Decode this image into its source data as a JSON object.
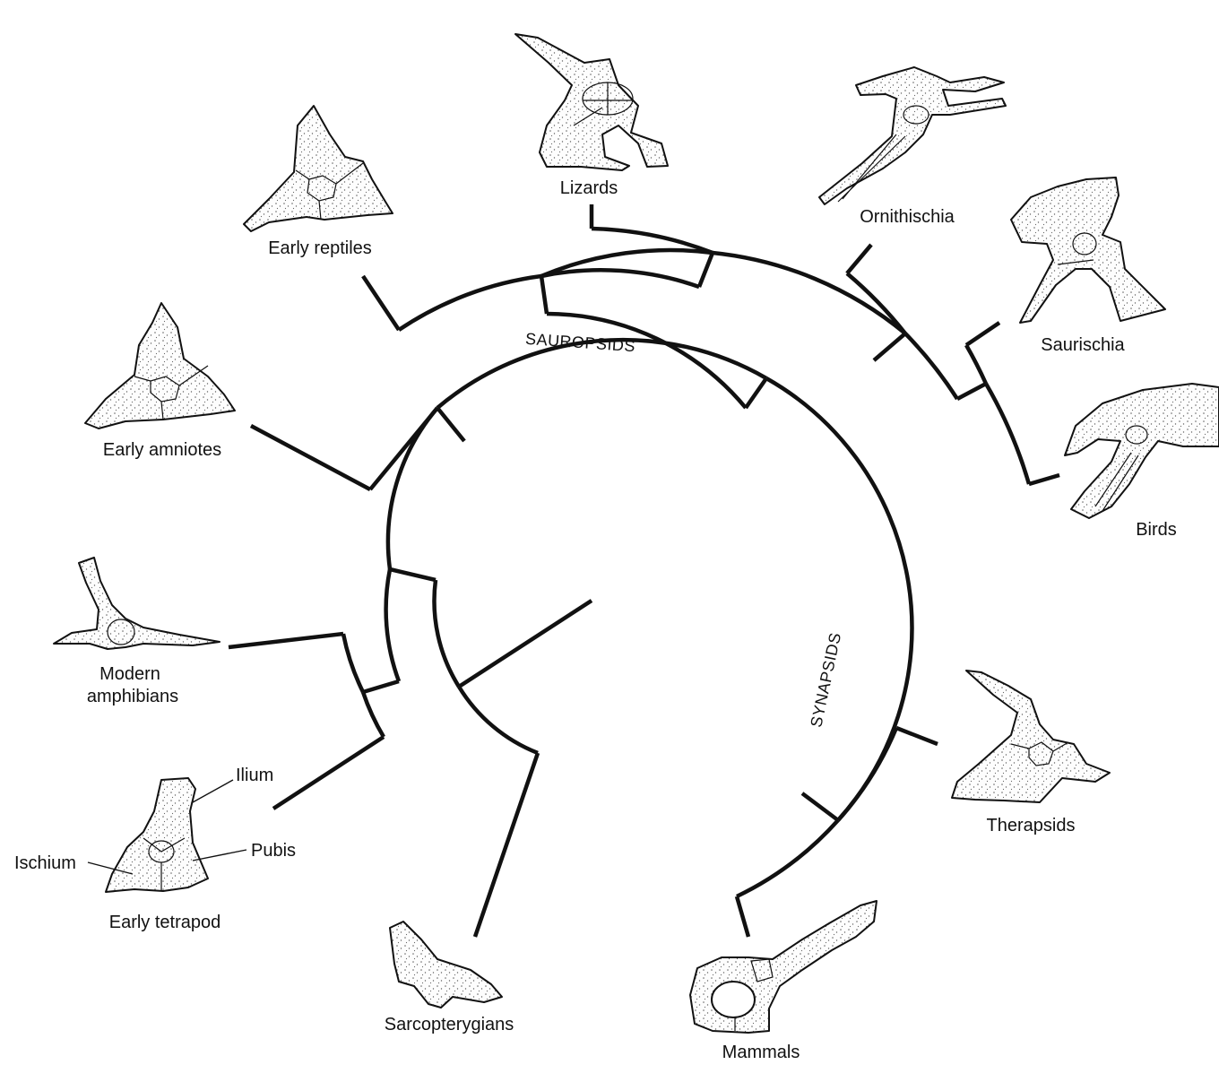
{
  "taxa": {
    "lizards": "Lizards",
    "ornithischia": "Ornithischia",
    "saurischia": "Saurischia",
    "birds": "Birds",
    "early_reptiles": "Early reptiles",
    "early_amniotes": "Early amniotes",
    "modern_amphibians_line1": "Modern",
    "modern_amphibians_line2": "amphibians",
    "early_tetrapod": "Early tetrapod",
    "sarcopterygians": "Sarcopterygians",
    "therapsids": "Therapsids",
    "mammals": "Mammals"
  },
  "parts": {
    "ilium": "Ilium",
    "pubis": "Pubis",
    "ischium": "Ischium"
  },
  "clades": {
    "sauropsids": "SAUROPSIDS",
    "synapsids": "SYNAPSIDS"
  },
  "colors": {
    "line": "#111111",
    "background": "#ffffff"
  }
}
